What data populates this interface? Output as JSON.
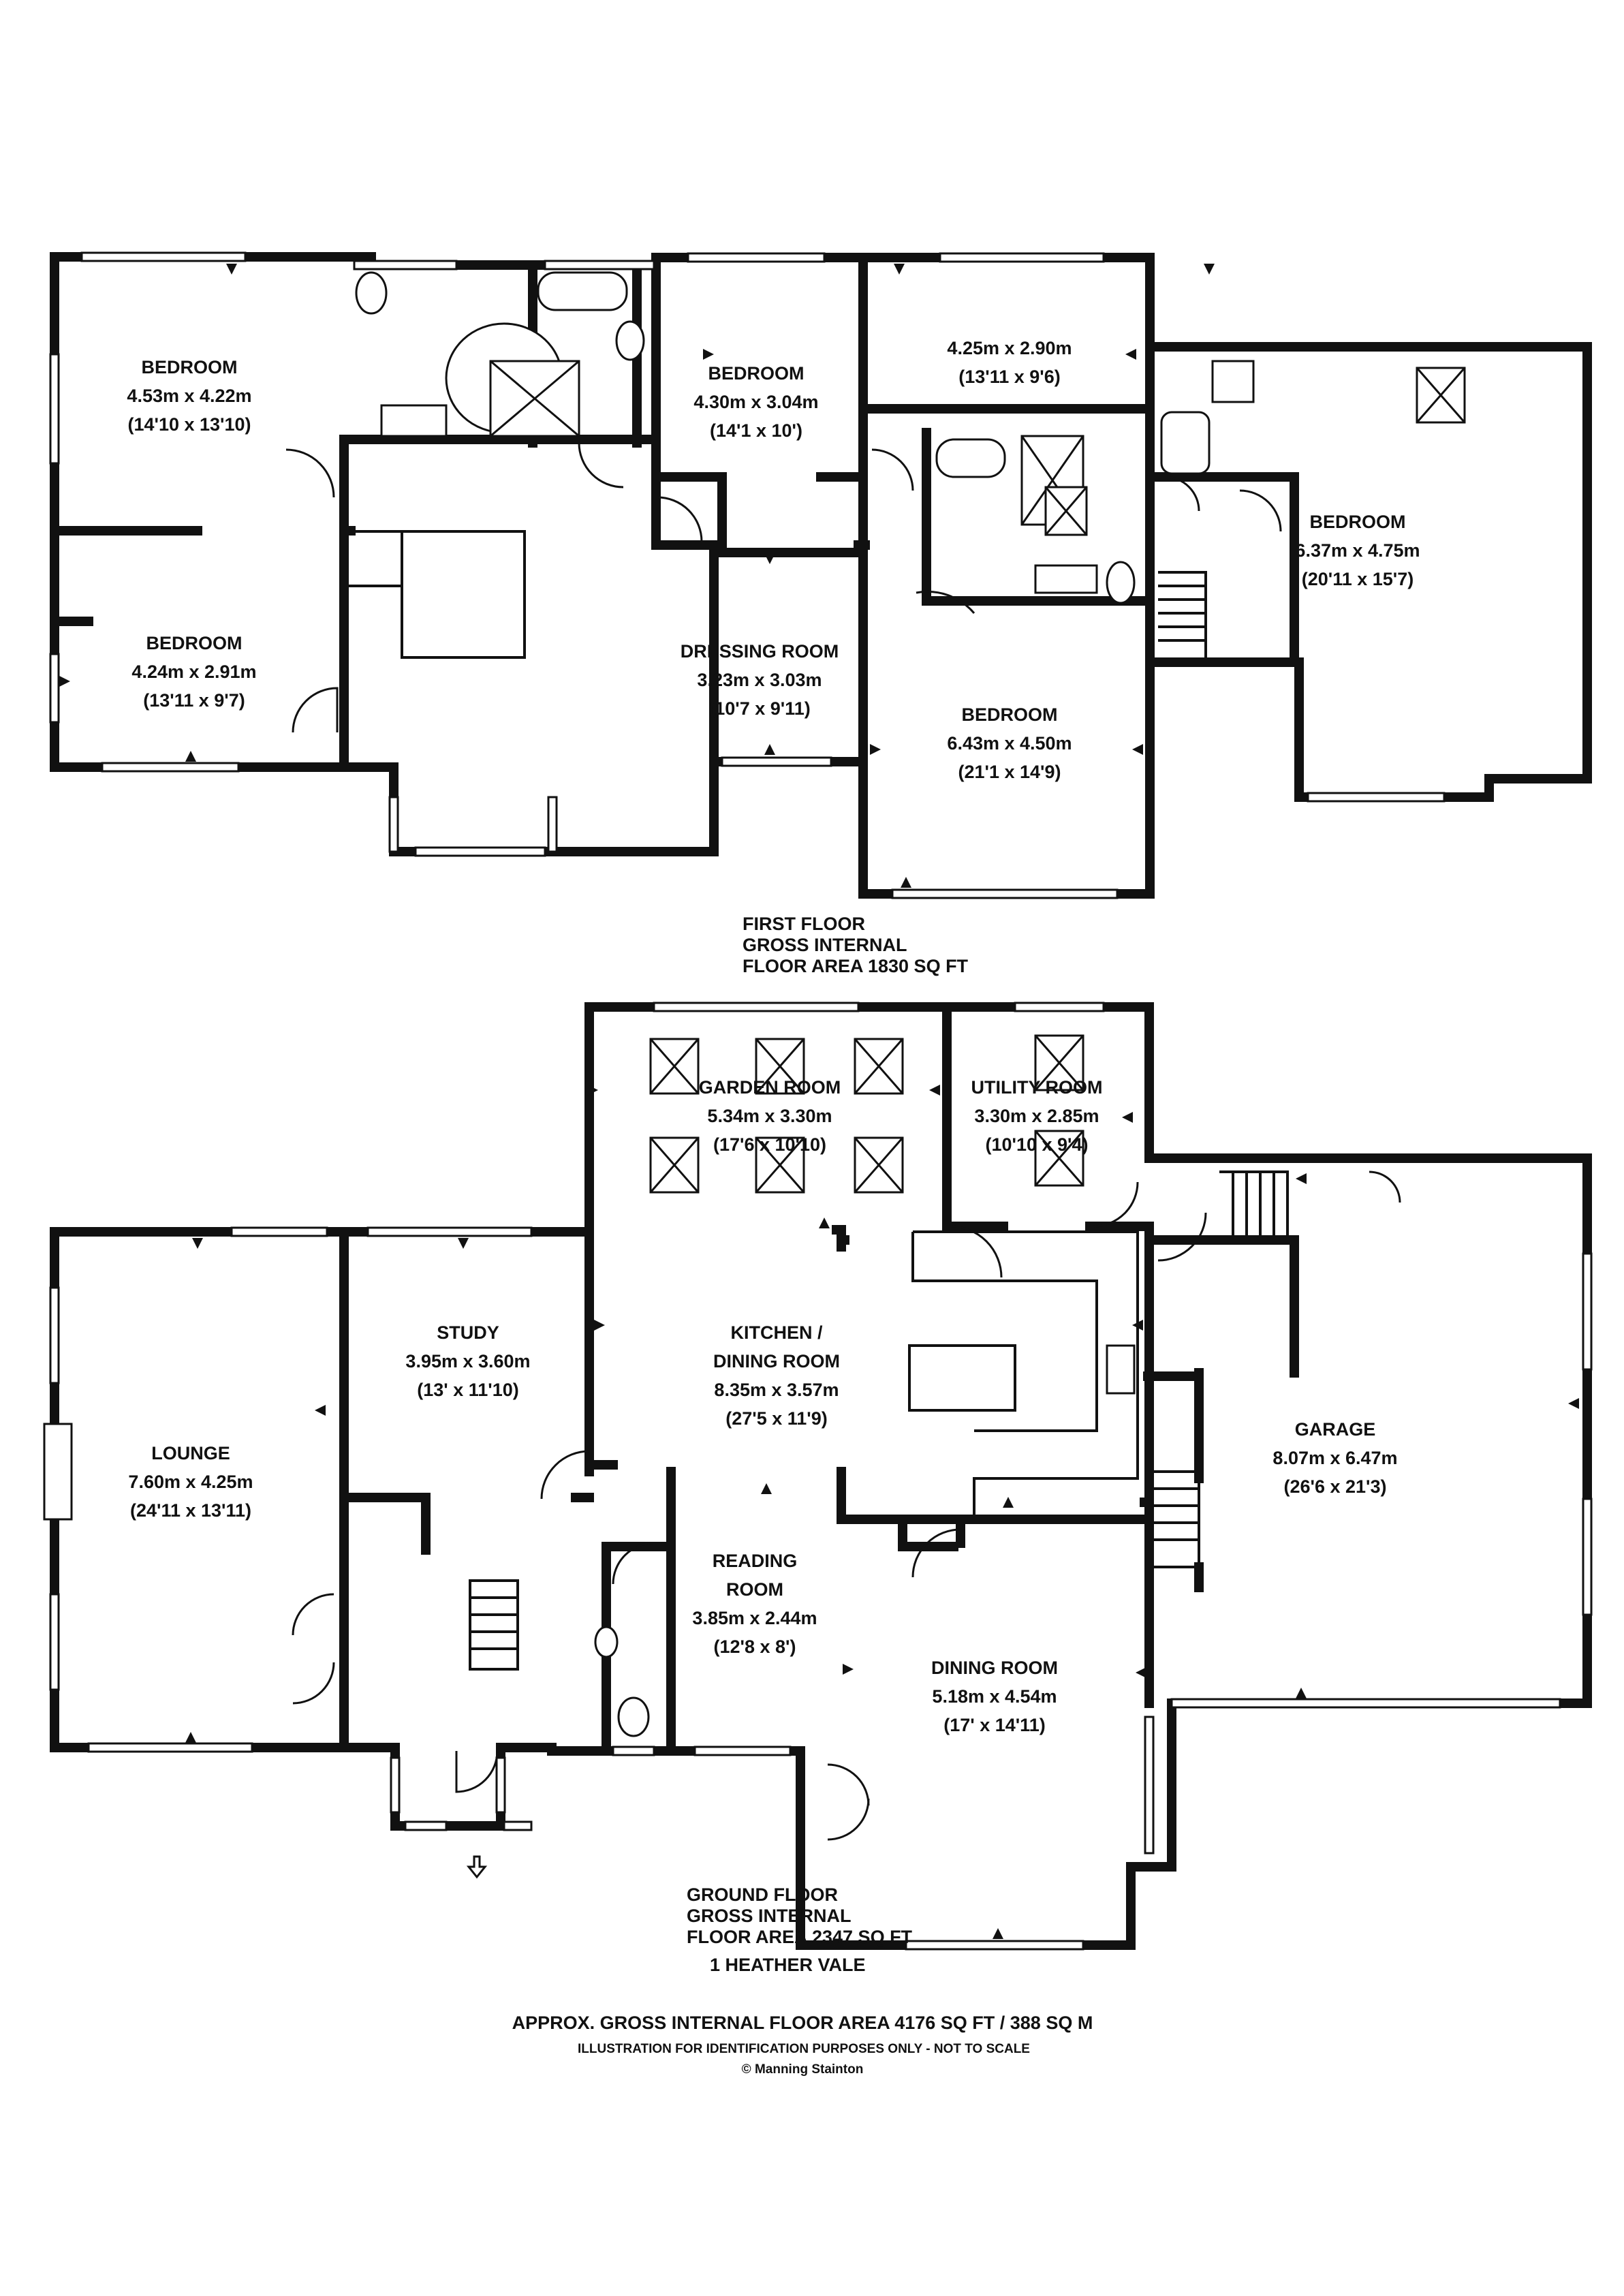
{
  "first_floor": {
    "rooms": [
      {
        "name": "BEDROOM",
        "metric": "4.53m x 4.22m",
        "imperial": "(14'10 x 13'10)"
      },
      {
        "name": "BEDROOM",
        "metric": "4.30m x 3.04m",
        "imperial": "(14'1 x 10')"
      },
      {
        "name": "",
        "metric": "4.25m x 2.90m",
        "imperial": "(13'11 x 9'6)"
      },
      {
        "name": "BEDROOM",
        "metric": "6.37m x 4.75m",
        "imperial": "(20'11 x 15'7)"
      },
      {
        "name": "BEDROOM",
        "metric": "4.24m x 2.91m",
        "imperial": "(13'11 x 9'7)"
      },
      {
        "name": "DRESSING ROOM",
        "metric": "3.23m x 3.03m",
        "imperial": "(10'7 x 9'11)"
      },
      {
        "name": "BEDROOM",
        "metric": "6.43m x 4.50m",
        "imperial": "(21'1 x 14'9)"
      }
    ],
    "note": [
      "FIRST FLOOR",
      "GROSS INTERNAL",
      "FLOOR AREA 1830 SQ FT"
    ]
  },
  "ground_floor": {
    "rooms": [
      {
        "name": "GARDEN ROOM",
        "metric": "5.34m x 3.30m",
        "imperial": "(17'6 x 10'10)"
      },
      {
        "name": "UTILITY ROOM",
        "metric": "3.30m x 2.85m",
        "imperial": "(10'10 x 9'4)"
      },
      {
        "name": "STUDY",
        "metric": "3.95m x 3.60m",
        "imperial": "(13' x 11'10)"
      },
      {
        "name": "KITCHEN /",
        "name2": "DINING ROOM",
        "metric": "8.35m x 3.57m",
        "imperial": "(27'5 x 11'9)"
      },
      {
        "name": "LOUNGE",
        "metric": "7.60m x 4.25m",
        "imperial": "(24'11 x 13'11)"
      },
      {
        "name": "GARAGE",
        "metric": "8.07m x 6.47m",
        "imperial": "(26'6 x 21'3)"
      },
      {
        "name": "READING",
        "name2": "ROOM",
        "metric": "3.85m x 2.44m",
        "imperial": "(12'8 x 8')"
      },
      {
        "name": "DINING ROOM",
        "metric": "5.18m x 4.54m",
        "imperial": "(17' x 14'11)"
      }
    ],
    "note": [
      "GROUND FLOOR",
      "GROSS INTERNAL",
      "FLOOR AREA 2347 SQ FT",
      "1 HEATHER VALE"
    ]
  },
  "footer": {
    "total": "APPROX. GROSS INTERNAL FLOOR AREA 4176 SQ FT / 388 SQ M",
    "disclaimer": "ILLUSTRATION FOR IDENTIFICATION PURPOSES ONLY - NOT TO SCALE",
    "copyright": "© Manning Stainton"
  }
}
